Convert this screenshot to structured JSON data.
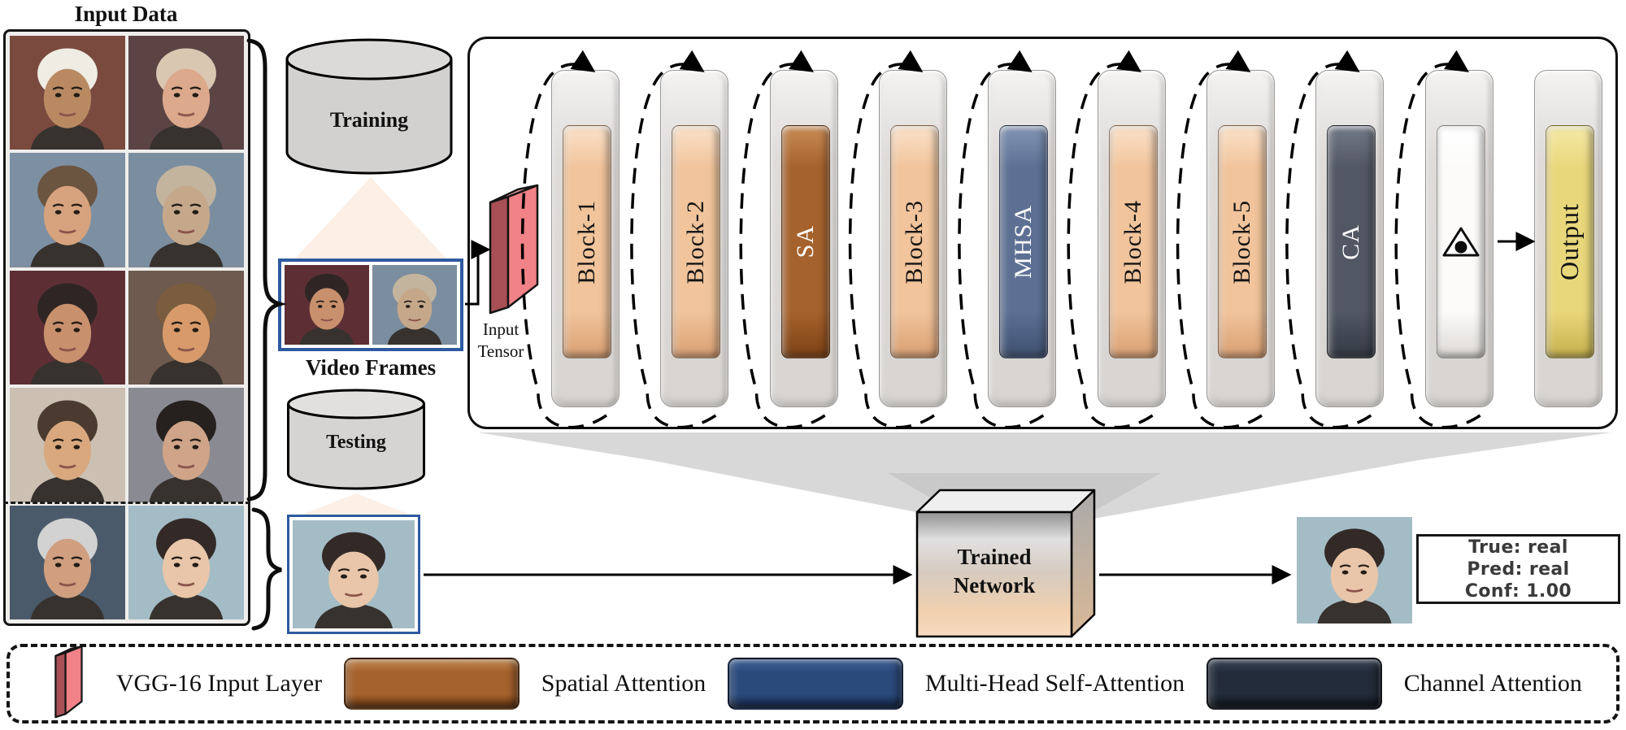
{
  "figure": {
    "input_data_label": "Input Data",
    "training_label": "Training",
    "testing_label": "Testing",
    "video_frames_label": "Video Frames",
    "input_tensor_label_1": "Input",
    "input_tensor_label_2": "Tensor",
    "trained_network_label_1": "Trained",
    "trained_network_label_2": "Network"
  },
  "colors": {
    "frame_border_blue": "#2e5aa0",
    "panel_bg": "#efeeec",
    "cylinder_fill": "#d3d1d0",
    "cylinder_top": "#dcdad9",
    "funnel_gray": "#d8d8d8",
    "triangle_peach": "#fcefe5",
    "vgg_front": "#f18287",
    "vgg_side": "#a85056",
    "vgg_top": "#f6a9ac",
    "trained_box_top_gray": "#9a9a9a",
    "trained_box_bottom_peach": "#f4d2b0"
  },
  "faces": {
    "grid": [
      {
        "name": "man-white-headscarf",
        "bg": "#7a4a3f",
        "hair": "#efece4",
        "skin": "#b98a62"
      },
      {
        "name": "fair-haired-man",
        "bg": "#5c4444",
        "hair": "#d9c7b2",
        "skin": "#dca98c"
      },
      {
        "name": "man-open-mouth",
        "bg": "#7d8fa3",
        "hair": "#6b5440",
        "skin": "#d6a37e"
      },
      {
        "name": "bald-man",
        "bg": "#7b8ea0",
        "hair": "#c3b49e",
        "skin": "#c5a88a"
      },
      {
        "name": "dark-haired-woman",
        "bg": "#5d2f35",
        "hair": "#2f2524",
        "skin": "#c8906c"
      },
      {
        "name": "tan-man",
        "bg": "#6e5a4e",
        "hair": "#7a5c3e",
        "skin": "#d89a6a"
      },
      {
        "name": "smiling-woman",
        "bg": "#cbc0b2",
        "hair": "#4a3a30",
        "skin": "#d9a87e"
      },
      {
        "name": "woman-heavy-makeup",
        "bg": "#8a8a92",
        "hair": "#26201e",
        "skin": "#cfa488"
      },
      {
        "name": "gray-haired-man",
        "bg": "#4a5a6a",
        "hair": "#d2d2d2",
        "skin": "#cf9f80"
      },
      {
        "name": "asian-woman",
        "bg": "#a4bcc6",
        "hair": "#332a28",
        "skin": "#e9c6a9"
      }
    ],
    "video": [
      {
        "name": "dark-haired-woman",
        "bg": "#5d2f35",
        "hair": "#2f2524",
        "skin": "#c8906c"
      },
      {
        "name": "bald-man",
        "bg": "#7b8ea0",
        "hair": "#c3b49e",
        "skin": "#c5a88a"
      }
    ],
    "test": {
      "name": "asian-woman",
      "bg": "#a4bcc6",
      "hair": "#332a28",
      "skin": "#e9c6a9"
    },
    "output": {
      "name": "asian-woman",
      "bg": "#a4bcc6",
      "hair": "#332a28",
      "skin": "#e9c6a9"
    }
  },
  "network": {
    "blocks": [
      {
        "id": "block-1",
        "label": "Block-1",
        "base": "#f1c49c",
        "light": "#fbe2ca",
        "dark": "#d99f72",
        "text": "#141414",
        "loop": true
      },
      {
        "id": "block-2",
        "label": "Block-2",
        "base": "#f1c49c",
        "light": "#fbe2ca",
        "dark": "#d99f72",
        "text": "#141414",
        "loop": true
      },
      {
        "id": "sa",
        "label": "SA",
        "base": "#a5622c",
        "light": "#c98c55",
        "dark": "#7c4115",
        "text": "#ffffff",
        "loop": true
      },
      {
        "id": "block-3",
        "label": "Block-3",
        "base": "#f1c49c",
        "light": "#fbe2ca",
        "dark": "#d99f72",
        "text": "#141414",
        "loop": true
      },
      {
        "id": "mhsa",
        "label": "MHSA",
        "base": "#5d7094",
        "light": "#8295b5",
        "dark": "#3e5071",
        "text": "#ffffff",
        "loop": true
      },
      {
        "id": "block-4",
        "label": "Block-4",
        "base": "#f1c49c",
        "light": "#fbe2ca",
        "dark": "#d99f72",
        "text": "#141414",
        "loop": true
      },
      {
        "id": "block-5",
        "label": "Block-5",
        "base": "#f1c49c",
        "light": "#fbe2ca",
        "dark": "#d99f72",
        "text": "#141414",
        "loop": true
      },
      {
        "id": "ca",
        "label": "CA",
        "base": "#515763",
        "light": "#737a87",
        "dark": "#343a44",
        "text": "#ffffff",
        "loop": true
      },
      {
        "id": "attention-eye",
        "label": "",
        "symbol": "eye",
        "base": "#fcfbfa",
        "light": "#ffffff",
        "dark": "#dcd9d6",
        "text": "#141414",
        "loop": true
      },
      {
        "id": "output",
        "label": "Output",
        "base": "#e9d77b",
        "light": "#f5eaa8",
        "dark": "#c4b14e",
        "text": "#141414",
        "loop": false
      }
    ]
  },
  "prediction": {
    "line1": "True: real",
    "line2": "Pred: real",
    "line3": "Conf: 1.00"
  },
  "legend": {
    "items": [
      {
        "icon": "vgg-slab-icon",
        "label": "VGG-16 Input Layer",
        "front": "#f18287",
        "side": "#a85056",
        "top": "#f6a9ac"
      },
      {
        "icon": "bar-icon",
        "label": "Spatial Attention",
        "base": "#a5622c",
        "light": "#c98c55",
        "dark": "#6d3a12"
      },
      {
        "icon": "bar-icon",
        "label": "Multi-Head Self-Attention",
        "base": "#2a4a7c",
        "light": "#44659b",
        "dark": "#16294d"
      },
      {
        "icon": "bar-icon",
        "label": "Channel Attention",
        "base": "#232c3a",
        "light": "#3b4659",
        "dark": "#10151d"
      }
    ]
  }
}
